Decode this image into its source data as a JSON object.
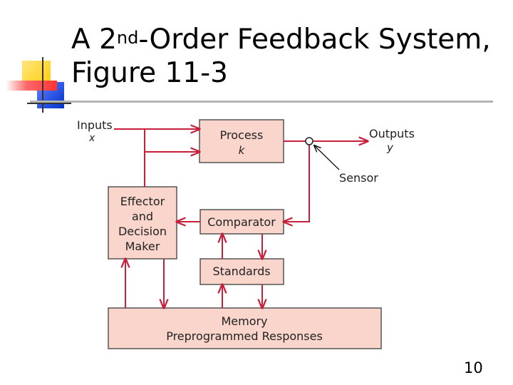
{
  "slide": {
    "title_prefix": "A 2",
    "title_sup": "nd",
    "title_rest": "-Order Feedback System,",
    "title_line2": "Figure 11-3",
    "page_number": "10"
  },
  "diagram": {
    "inputs_label": "Inputs",
    "inputs_var": "x",
    "outputs_label": "Outputs",
    "outputs_var": "y",
    "sensor_label": "Sensor",
    "process": {
      "line1": "Process",
      "line2": "k"
    },
    "effector": {
      "line1": "Effector",
      "line2": "and",
      "line3": "Decision",
      "line4": "Maker"
    },
    "comparator": "Comparator",
    "standards": "Standards",
    "memory": {
      "line1": "Memory",
      "line2": "Preprogrammed Responses"
    }
  },
  "colors": {
    "box_fill": "#f9d5cc",
    "box_stroke": "#555555",
    "arrow": "#c8203a",
    "deco_yellow": "#ffcc00",
    "deco_blue": "#0033cc",
    "deco_red": "#ff3333"
  }
}
